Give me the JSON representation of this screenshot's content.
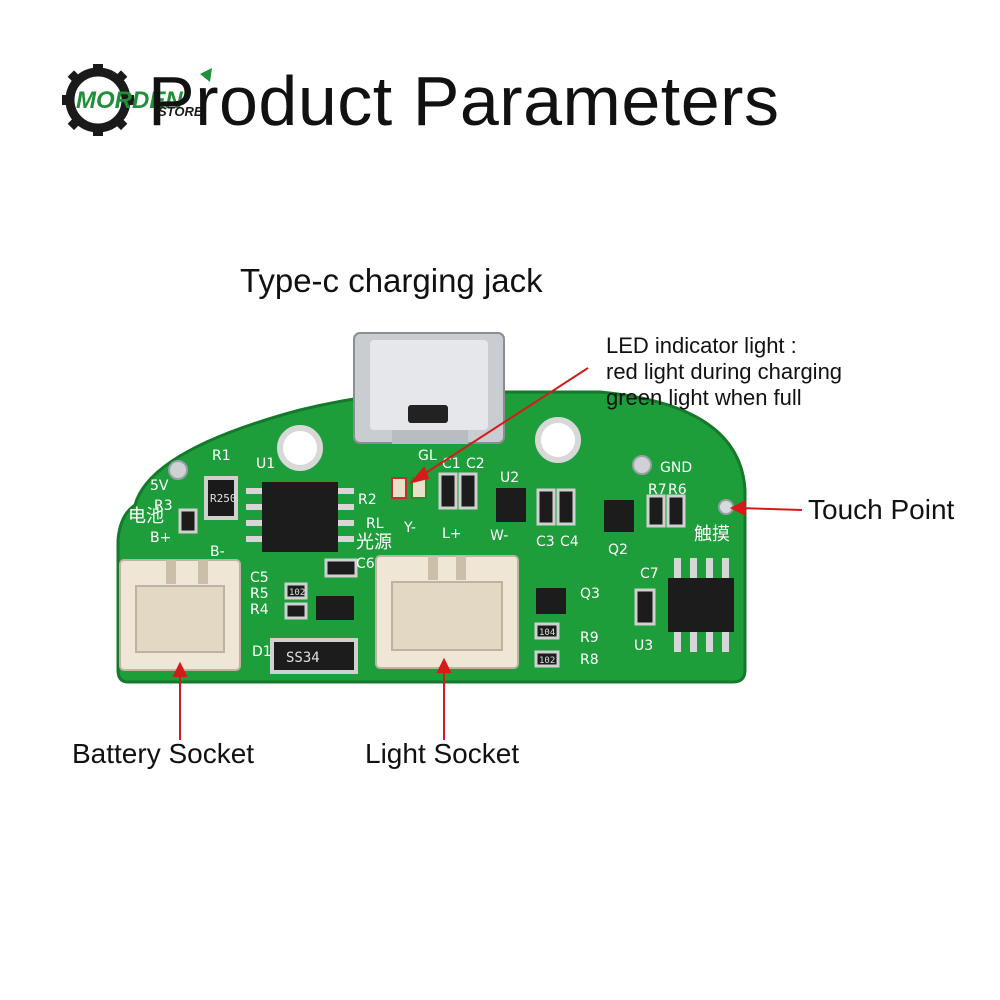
{
  "header": {
    "title": "Product Parameters",
    "logo_text_main": "MORDEN",
    "logo_text_sub": "STORE"
  },
  "labels": {
    "type_c": "Type-c charging jack",
    "led_line1": "LED indicator light :",
    "led_line2": "red light during charging",
    "led_line3": "green light when full",
    "touch_point": "Touch Point",
    "battery_socket": "Battery Socket",
    "light_socket": "Light Socket"
  },
  "board": {
    "silkscreen": [
      "5V",
      "R1",
      "U1",
      "R3",
      "R250",
      "B+",
      "B-",
      "GL",
      "C1",
      "C2",
      "U2",
      "R2",
      "RL",
      "Y-",
      "L+",
      "W-",
      "C3",
      "C4",
      "Q2",
      "GND",
      "R7",
      "R6",
      "C5",
      "C6",
      "C7",
      "D1",
      "Q3",
      "R9",
      "R8",
      "U3",
      "SS34",
      "R4",
      "R5",
      "102",
      "104",
      "102"
    ],
    "cn_battery": "电池",
    "cn_light": "光源",
    "cn_touch": "触摸"
  },
  "colors": {
    "pcb": "#1e9e3a",
    "pcb_dark": "#147a2b",
    "arrow": "#d61a1a",
    "connector": "#efe6d6",
    "chip": "#1c1c1c",
    "logo_green": "#1f8f3a"
  }
}
